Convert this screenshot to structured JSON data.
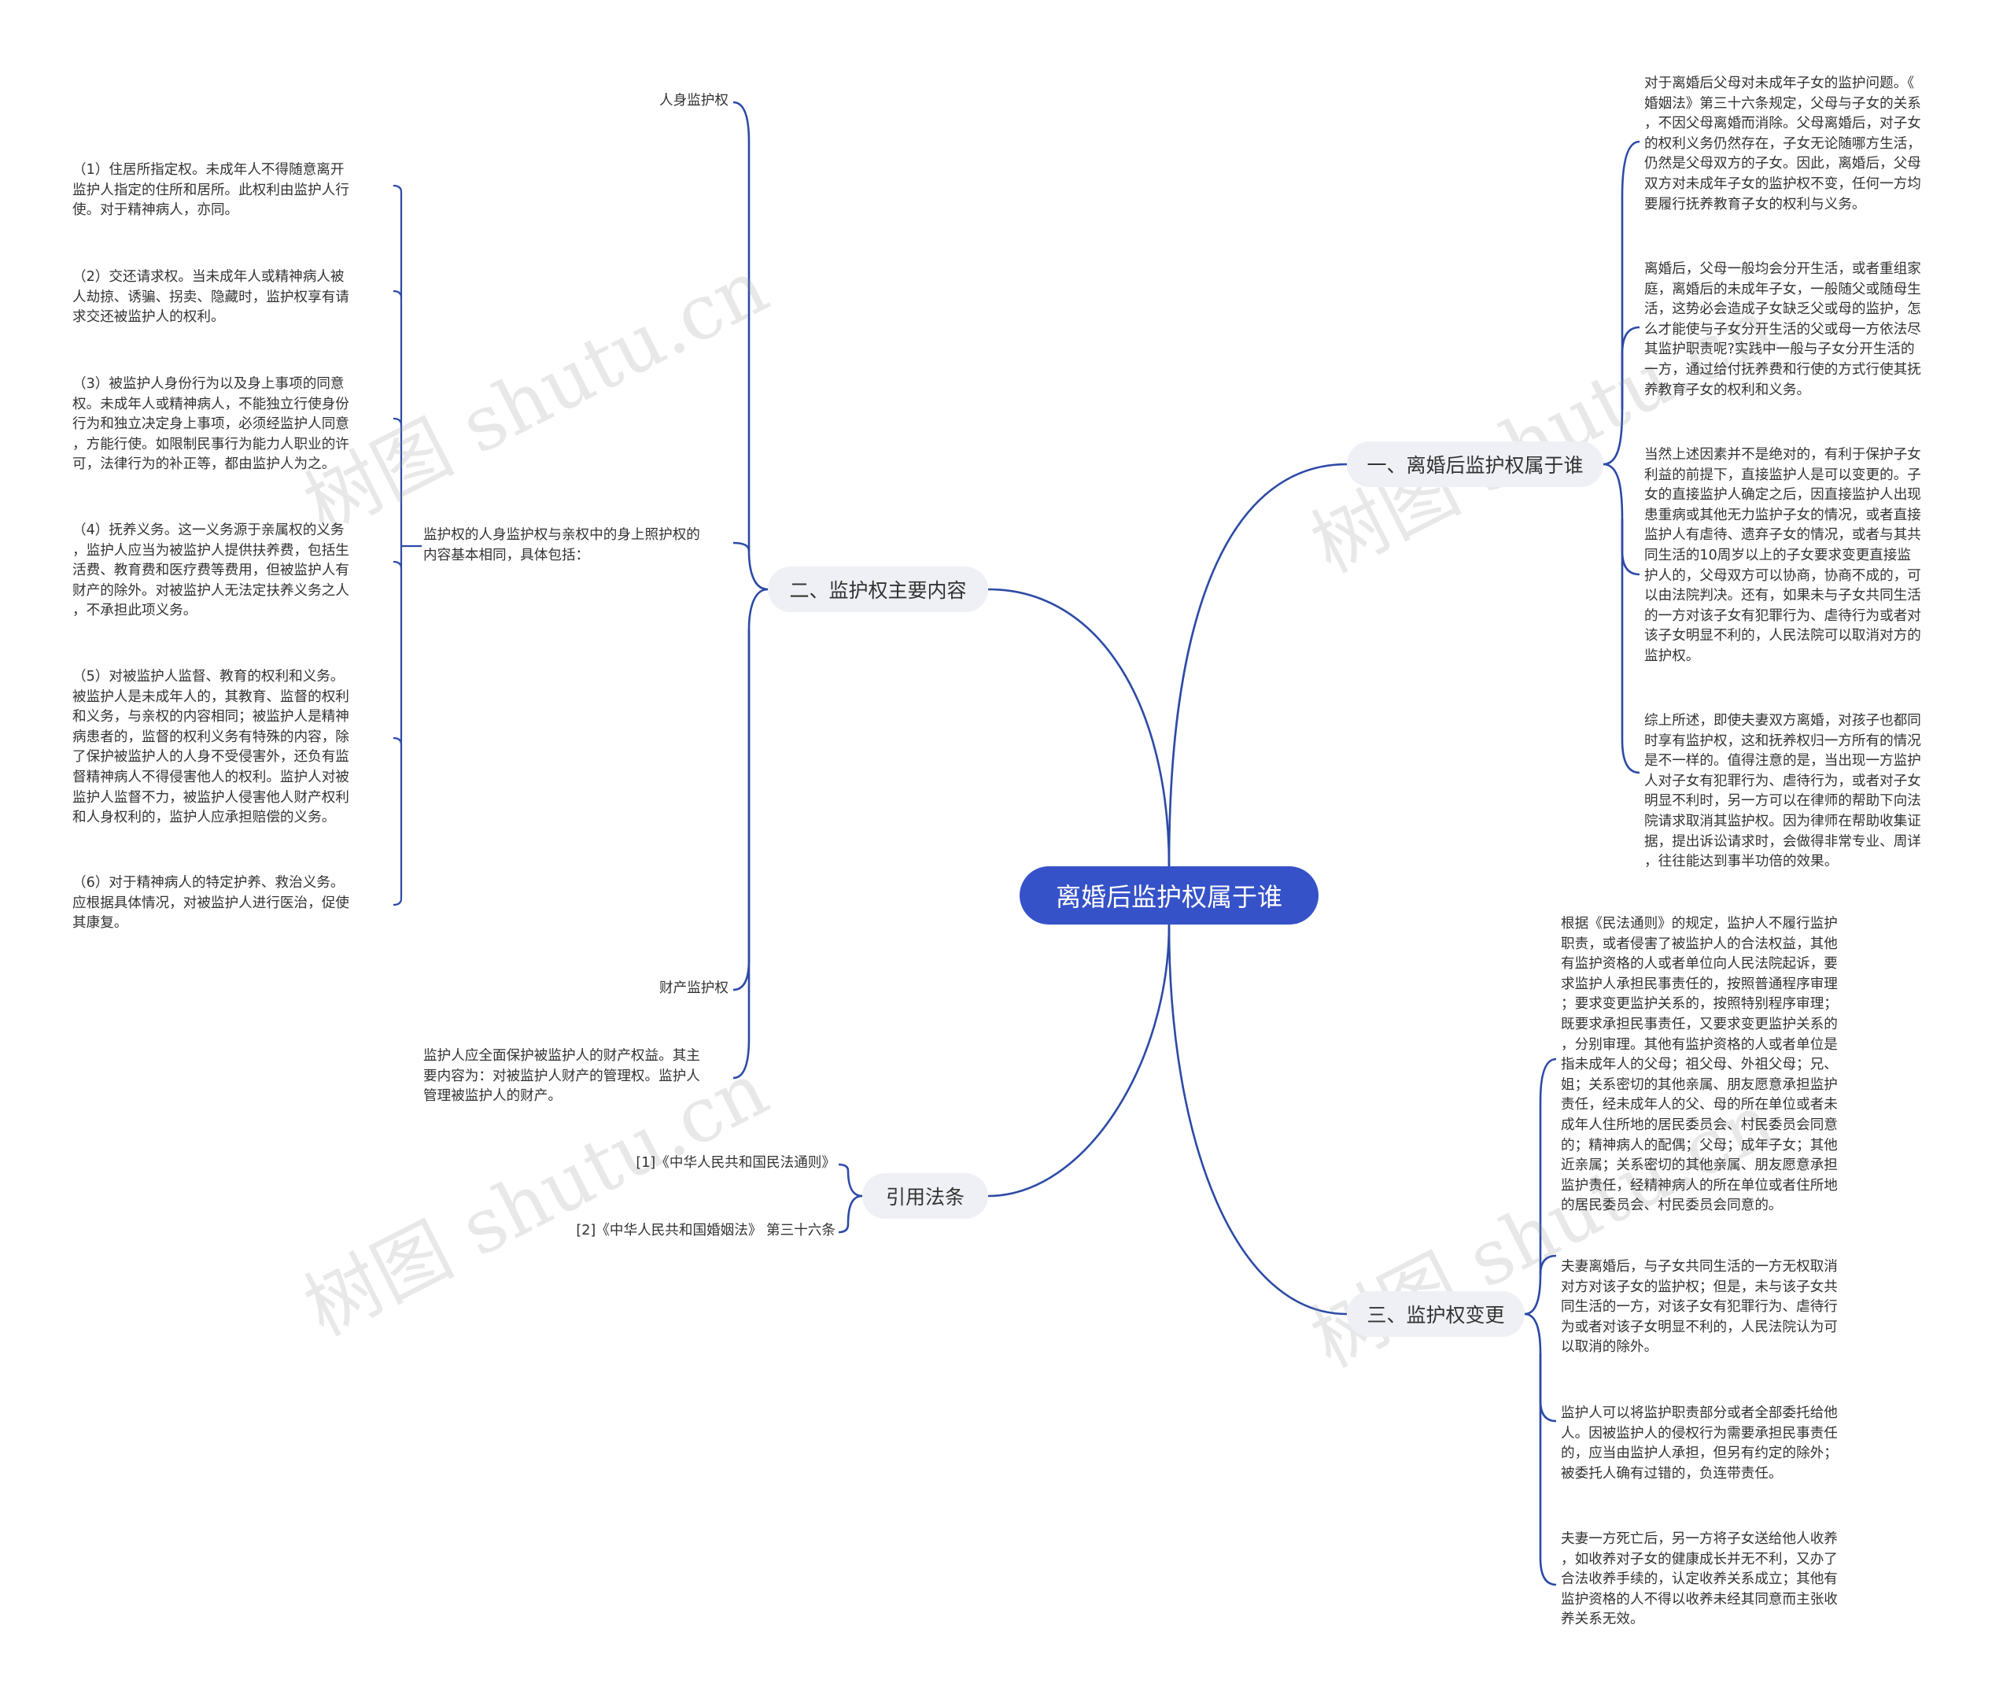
{
  "root": {
    "label": "离婚后监护权属于谁"
  },
  "branches": {
    "b1": {
      "label": "一、离婚后监护权属于谁",
      "items": [
        "对于离婚后父母对未成年子女的监护问题。《\n婚姻法》第三十六条规定，父母与子女的关系\n，不因父母离婚而消除。父母离婚后，对子女\n的权利义务仍然存在，子女无论随哪方生活，\n仍然是父母双方的子女。因此，离婚后，父母\n双方对未成年子女的监护权不变，任何一方均\n要履行抚养教育子女的权利与义务。",
        "离婚后，父母一般均会分开生活，或者重组家\n庭，离婚后的未成年子女，一般随父或随母生\n活，这势必会造成子女缺乏父或母的监护，怎\n么才能使与子女分开生活的父或母一方依法尽\n其监护职责呢?实践中一般与子女分开生活的\n一方，通过给付抚养费和行使的方式行使其抚\n养教育子女的权利和义务。",
        "当然上述因素并不是绝对的，有利于保护子女\n利益的前提下，直接监护人是可以变更的。子\n女的直接监护人确定之后，因直接监护人出现\n患重病或其他无力监护子女的情况，或者直接\n监护人有虐待、遗弃子女的情况，或者与其共\n同生活的10周岁以上的子女要求变更直接监\n护人的，父母双方可以协商，协商不成的，可\n以由法院判决。还有，如果未与子女共同生活\n的一方对该子女有犯罪行为、虐待行为或者对\n该子女明显不利的，人民法院可以取消对方的\n监护权。",
        "综上所述，即使夫妻双方离婚，对孩子也都同\n时享有监护权，这和抚养权归一方所有的情况\n是不一样的。值得注意的是，当出现一方监护\n人对子女有犯罪行为、虐待行为，或者对子女\n明显不利时，另一方可以在律师的帮助下向法\n院请求取消其监护权。因为律师在帮助收集证\n据，提出诉讼请求时，会做得非常专业、周详\n，往往能达到事半功倍的效果。"
      ]
    },
    "b2": {
      "label": "二、监护权主要内容",
      "personal_label": "人身监护权",
      "personal_desc": "监护权的人身监护权与亲权中的身上照护权的\n内容基本相同，具体包括：",
      "personal_items": [
        "（1）住居所指定权。未成年人不得随意离开\n监护人指定的住所和居所。此权利由监护人行\n使。对于精神病人，亦同。",
        "（2）交还请求权。当未成年人或精神病人被\n人劫掠、诱骗、拐卖、隐藏时，监护权享有请\n求交还被监护人的权利。",
        "（3）被监护人身份行为以及身上事项的同意\n权。未成年人或精神病人，不能独立行使身份\n行为和独立决定身上事项，必须经监护人同意\n，方能行使。如限制民事行为能力人职业的许\n可，法律行为的补正等，都由监护人为之。",
        "（4）抚养义务。这一义务源于亲属权的义务\n，监护人应当为被监护人提供扶养费，包括生\n活费、教育费和医疗费等费用，但被监护人有\n财产的除外。对被监护人无法定扶养义务之人\n，不承担此项义务。",
        "（5）对被监护人监督、教育的权利和义务。\n被监护人是未成年人的，其教育、监督的权利\n和义务，与亲权的内容相同；被监护人是精神\n病患者的，监督的权利义务有特殊的内容，除\n了保护被监护人的人身不受侵害外，还负有监\n督精神病人不得侵害他人的权利。监护人对被\n监护人监督不力，被监护人侵害他人财产权利\n和人身权利的，监护人应承担赔偿的义务。",
        "（6）对于精神病人的特定护养、救治义务。\n应根据具体情况，对被监护人进行医治，促使\n其康复。"
      ],
      "property_label": "财产监护权",
      "property_desc": "监护人应全面保护被监护人的财产权益。其主\n要内容为：对被监护人财产的管理权。监护人\n管理被监护人的财产。"
    },
    "b3": {
      "label": "三、监护权变更",
      "items": [
        "根据《民法通则》的规定，监护人不履行监护\n职责，或者侵害了被监护人的合法权益，其他\n有监护资格的人或者单位向人民法院起诉，要\n求监护人承担民事责任的，按照普通程序审理\n；要求变更监护关系的，按照特别程序审理；\n既要求承担民事责任，又要求变更监护关系的\n，分别审理。其他有监护资格的人或者单位是\n指未成年人的父母；祖父母、外祖父母；兄、\n姐；关系密切的其他亲属、朋友愿意承担监护\n责任，经未成年人的父、母的所在单位或者未\n成年人住所地的居民委员会、村民委员会同意\n的；精神病人的配偶；父母；成年子女；其他\n近亲属；关系密切的其他亲属、朋友愿意承担\n监护责任，经精神病人的所在单位或者住所地\n的居民委员会、村民委员会同意的。",
        "夫妻离婚后，与子女共同生活的一方无权取消\n对方对该子女的监护权；但是，未与该子女共\n同生活的一方，对该子女有犯罪行为、虐待行\n为或者对该子女明显不利的，人民法院认为可\n以取消的除外。",
        "监护人可以将监护职责部分或者全部委托给他\n人。因被监护人的侵权行为需要承担民事责任\n的，应当由监护人承担，但另有约定的除外；\n被委托人确有过错的，负连带责任。",
        "夫妻一方死亡后，另一方将子女送给他人收养\n，如收养对子女的健康成长并无不利，又办了\n合法收养手续的，认定收养关系成立；其他有\n监护资格的人不得以收养未经其同意而主张收\n养关系无效。"
      ]
    },
    "b4": {
      "label": "引用法条",
      "items": [
        "[1]《中华人民共和国民法通则》",
        "[2]《中华人民共和国婚姻法》 第三十六条"
      ]
    }
  },
  "watermark": "树图 shutu.cn",
  "colors": {
    "line": "#2c4aa6",
    "root_fill": "#3652c8",
    "branch_fill": "#eef0f5"
  }
}
